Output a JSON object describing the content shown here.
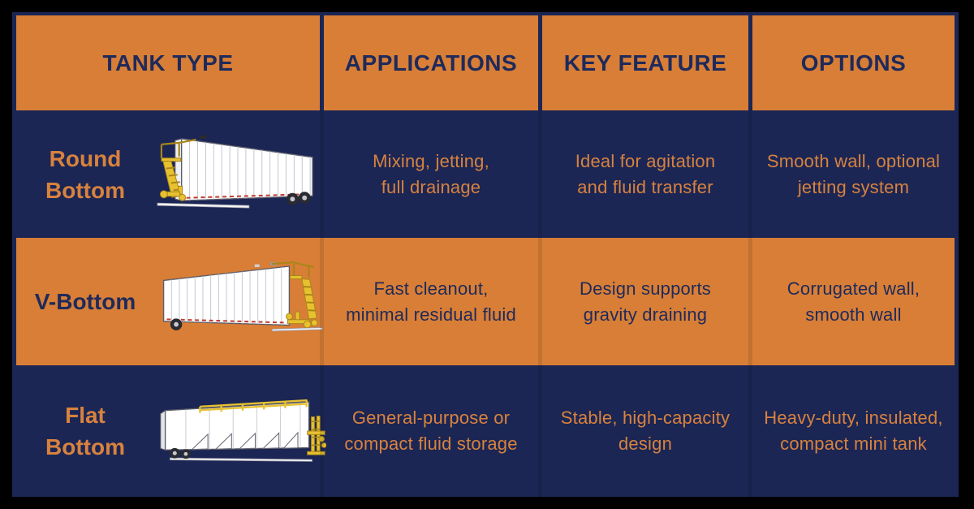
{
  "colors": {
    "orange": "#D87E36",
    "navy": "#1B2655",
    "outer_background": "#000000",
    "orange_text": "#D8823E",
    "navy_text": "#1E2A5B",
    "tank_yellow": "#E7C12F",
    "tank_white": "#FFFFFF",
    "conspicuity_red": "#C23B2E"
  },
  "chart_data": {
    "type": "table",
    "columns": [
      "TANK TYPE",
      "APPLICATIONS",
      "KEY FEATURE",
      "OPTIONS"
    ],
    "rows": [
      {
        "tank_type": "Round\nBottom",
        "image": "round-bottom-frac-tank-illustration",
        "applications": "Mixing, jetting,\nfull drainage",
        "key_feature": "Ideal for agitation\nand fluid transfer",
        "options": "Smooth wall, optional\njetting system"
      },
      {
        "tank_type": "V-Bottom",
        "image": "v-bottom-frac-tank-illustration",
        "applications": "Fast cleanout,\nminimal residual fluid",
        "key_feature": "Design supports\ngravity draining",
        "options": "Corrugated wall,\nsmooth wall"
      },
      {
        "tank_type": "Flat\nBottom",
        "image": "flat-bottom-frac-tank-illustration",
        "applications": "General-purpose or\ncompact fluid storage",
        "key_feature": "Stable, high-capacity\ndesign",
        "options": "Heavy-duty, insulated,\ncompact mini tank"
      }
    ]
  }
}
